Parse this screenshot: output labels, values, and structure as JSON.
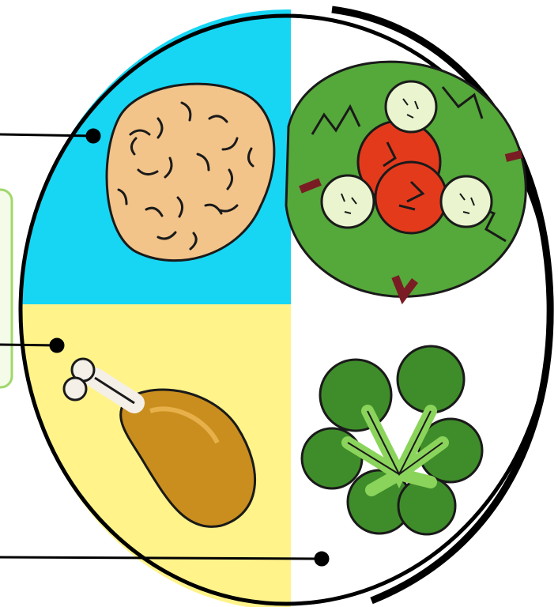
{
  "plate": {
    "quadrants": {
      "top_left": {
        "name": "grains-quadrant",
        "color": "#17d6f4",
        "food_icon": "pasta-icon"
      },
      "top_right": {
        "name": "vegetables-quadrant",
        "color": "#ffffff",
        "food_icon": "salad-icon"
      },
      "bottom_left": {
        "name": "protein-quadrant",
        "color": "#fff38a",
        "food_icon": "chicken-leg-icon"
      },
      "bottom_right": {
        "name": "vegetables-quadrant-2",
        "color": "#ffffff",
        "food_icon": "broccoli-icon"
      }
    },
    "rim_color": "#000000"
  },
  "callout_box": {
    "border_color": "#9fd86a",
    "fill": "#f4fbe9"
  },
  "leader_lines": [
    {
      "target": "grains-quadrant"
    },
    {
      "target": "protein-quadrant"
    },
    {
      "target": "vegetables-quadrant-2"
    }
  ]
}
